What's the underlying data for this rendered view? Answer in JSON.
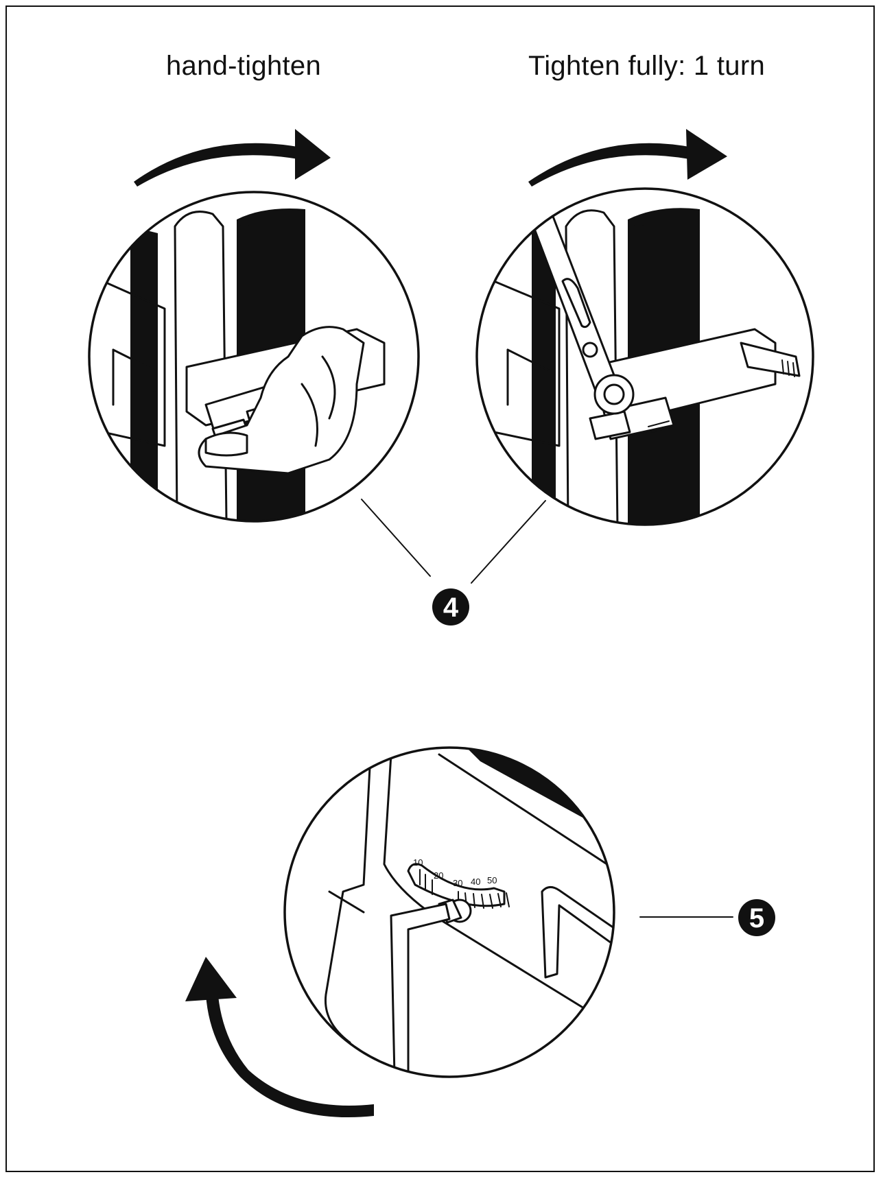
{
  "captions": {
    "left": "hand-tighten",
    "right": "Tighten fully: 1 turn"
  },
  "callouts": {
    "step4": "4",
    "step5": "5"
  },
  "scale": {
    "ticks": [
      "10",
      "20",
      "30",
      "40",
      "50"
    ]
  },
  "icons": {
    "arrow_top_left": "clockwise-arrow-icon",
    "arrow_top_right": "clockwise-arrow-icon",
    "arrow_bottom": "counterclockwise-arrow-icon"
  },
  "colors": {
    "ink": "#111111",
    "paper": "#ffffff"
  }
}
